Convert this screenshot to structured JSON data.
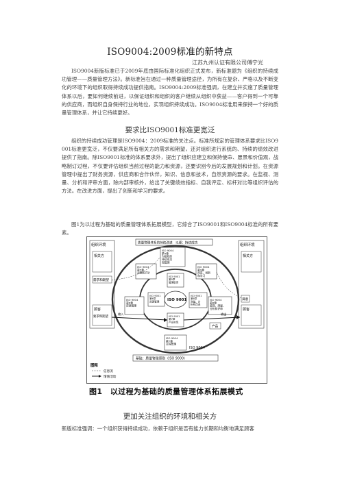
{
  "document": {
    "title": "ISO9004:2009标准的新特点",
    "author": "江苏九州认证有限公司傅宁光",
    "intro": "ISO9004新版标准已于2009年底由国际标准化组织正式发布，新标准题为《组织的持续成功管理——质量管理方法》。新标准旨在通过一种质量管理途径，为所有在复杂、严格以及不断变化的环境下的组织取得持续成功提供指南。ISO9004:2009标准强调，在建立并实施了质量管理体系以后，要如何继续前进，以保证组织和组织的客户继续从组织中获益——客户得到一个可靠的供应商，而组织自身保持行业的地位，实现组织持续成功。ISO9004标准用来保持一个好的质量管理体系，并让它持续更好。",
    "section1_title": "要求比ISO9001标准更宽泛",
    "section1_p1": "组织的持续成功管理是ISO9004：2009标准的关注点。标准所规定的管理体系要求比ISO9001标准更宽泛，不仅要满足所有相关方的需求和期望，还对组织进行系统的、持续的绩效改进提供了指南。除ISO9001标准的体系要求外，提出了组织应建立和保持使命、愿景和价值观，战略制订过程，不仅要评估组织当前过程的能力和资源，还要识别今后的发展规划和计划。在资源管理中提出了财务资源，供应商和合作伙伴，知识、信息和技术，自然资源的要求。在监视、测量、分析和评审方面，除内部审核外，给出了关键绩效指标、自我评定、标杆对比等组织评估的方法。在改进方面，提出了创新和学习的要求。",
    "section1_p2": "图1为以过程为基础的质量管理体系拓展模型，它综合了ISO9001和ISO9004标准的所有要素。",
    "figure_caption": "图1　以过程为基础的质量管理体系拓展模式",
    "section2_title": "更加关注组织的环境和相关方",
    "section2_p1": "新版标准强调：一个组织获得持续成功，依赖于组织是否有能力长期和均衡地满足顾客"
  },
  "figure": {
    "top_banner": "质量管理体系的持续改进　以便：持续成功",
    "org_env_left": "组织环境",
    "org_env_right": "组织环境",
    "stakeholders_left": "相关方",
    "stakeholders_right": "相关方",
    "needs_expectations": "需求和期望",
    "customer": "顾客",
    "customer_requirements": "要求和期望",
    "satisfaction": "满意",
    "customer_right": "顾客",
    "box_clause4": "ISO 9004\n第4章\n为组织的\n持续成功\n而管理",
    "box_clause5": "ISO 9004\n第5章\n战略和方针",
    "box_clause6": "ISO 9004\n第6章\n资源管理",
    "box_clause7": "ISO 9004\n第7章\n过程管理",
    "box_clause8": "ISO 9004\n第8章\n监视、测量、\n分析和评审",
    "box_clause9": "ISO 9004\n第9章\n改进、创新\n和学习",
    "inner_mgmt": "ISO 9001\n第5章\n管理职责",
    "inner_resource": "ISO 9001\n第6章\n资源管理",
    "inner_product": "ISO 9001\n第7章\n产品实现",
    "inner_measure": "ISO 9001\n第8章\n测量、分\n析和改进",
    "center": "ISO 9001",
    "ring_label": "ISO 9004",
    "product_label": "产品",
    "input_label": "输入",
    "output_label": "输出",
    "base_banner": "基础：质量管理原则（ISO 9000）",
    "legend_title": "图释",
    "legend_info": "信息流",
    "legend_value": "增值活动"
  }
}
